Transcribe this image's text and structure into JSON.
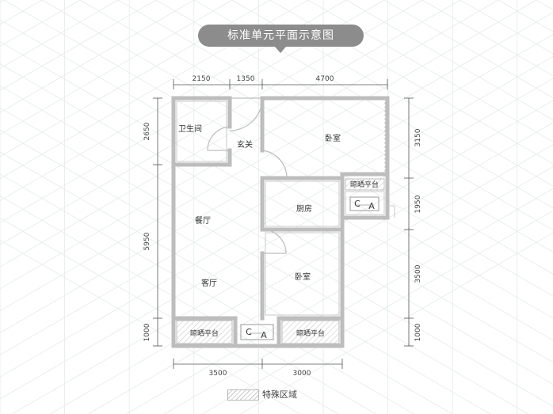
{
  "title": "标准单元平面示意图",
  "dimensions": {
    "top": [
      "2150",
      "1350",
      "4700"
    ],
    "bottom": [
      "3500",
      "3000"
    ],
    "left": [
      "2650",
      "5950",
      "1000"
    ],
    "right": [
      "3150",
      "1950",
      "3500",
      "1000"
    ]
  },
  "rooms": {
    "bathroom": "卫生间",
    "entrance": "玄关",
    "bedroom_top": "卧室",
    "balcony_small": "晾晒平台",
    "kitchen": "厨房",
    "dining": "餐厅",
    "living": "客厅",
    "bedroom_bottom": "卧室",
    "balcony_left": "晾晒平台",
    "balcony_right": "晾晒平台"
  },
  "ac_units": [
    {
      "c": "C",
      "a": "A"
    },
    {
      "c": "C",
      "a": "A"
    }
  ],
  "legend": {
    "special_area": "特殊区域"
  },
  "colors": {
    "wall": "#bdbdbd",
    "grid": "#e4eaea",
    "hatch": "#c9c9c9",
    "pill": "#8c8c8c",
    "text": "#333333"
  }
}
